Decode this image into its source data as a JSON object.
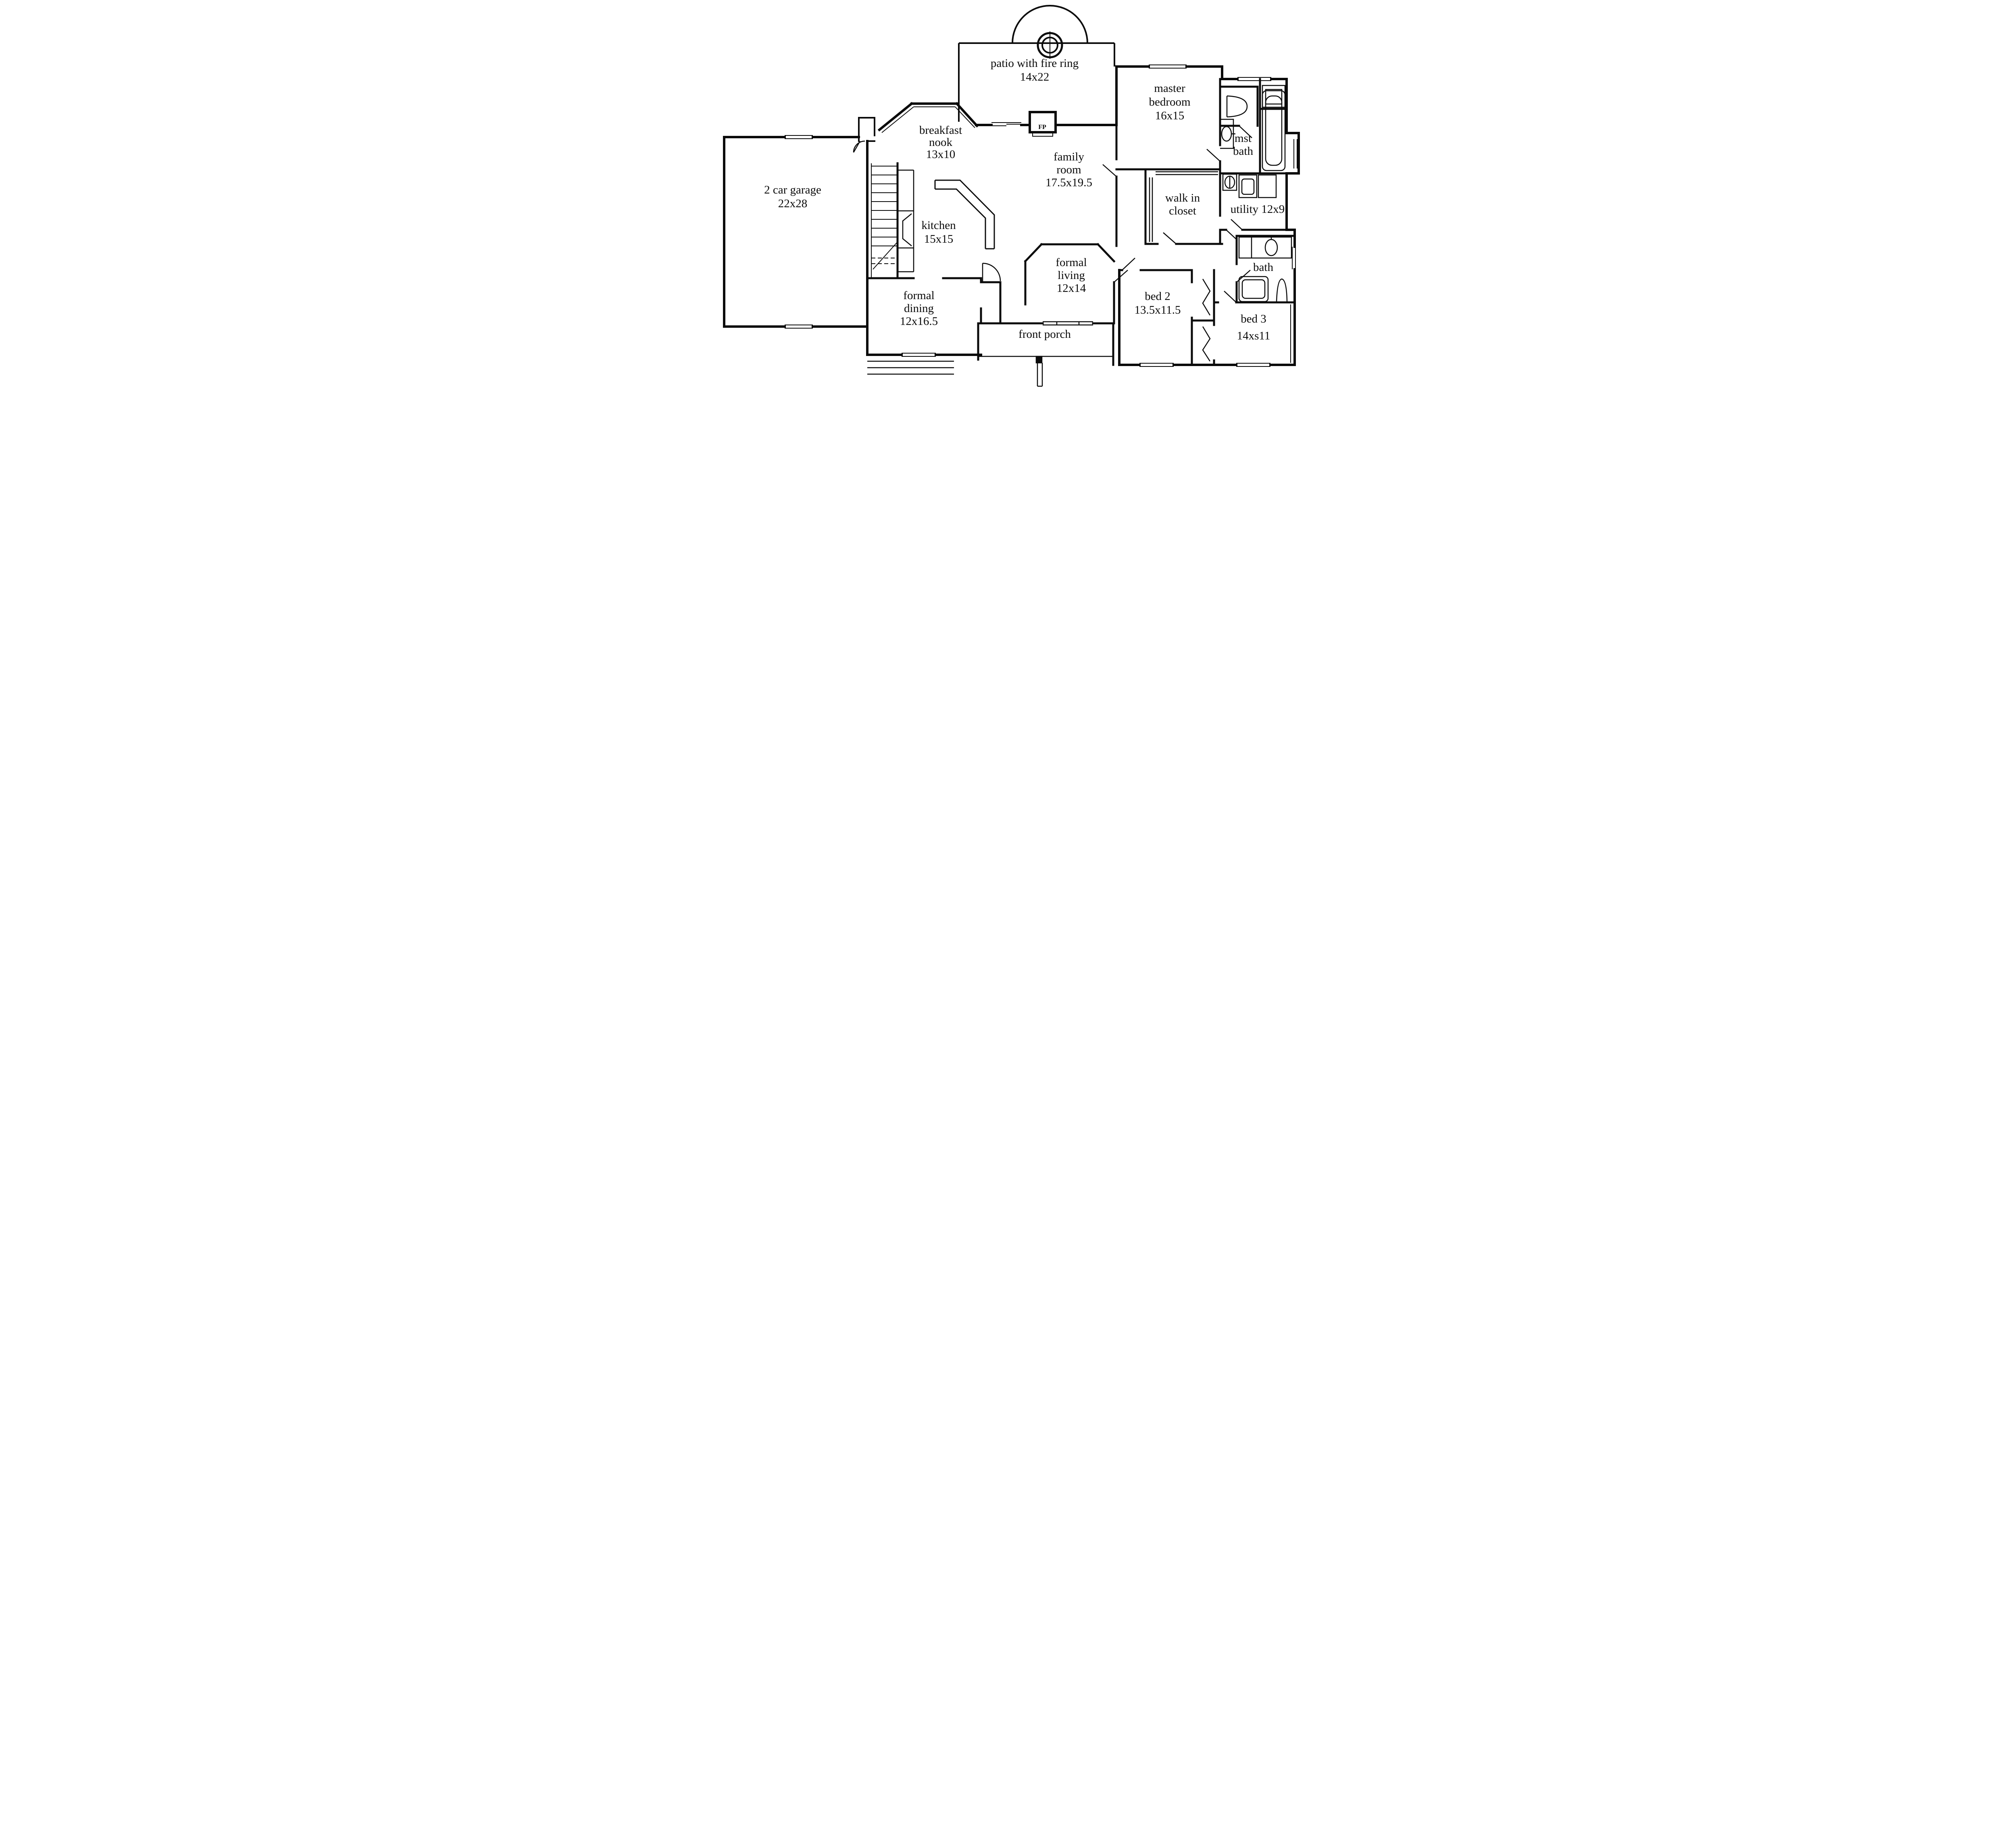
{
  "figure": {
    "type": "floor-plan",
    "ink_color": "#0b0b0b",
    "paper_color": "#ffffff"
  },
  "rooms": [
    {
      "id": "patio",
      "lines": [
        "patio with fire ring",
        "14x22"
      ]
    },
    {
      "id": "master-bedroom",
      "lines": [
        "master",
        "bedroom",
        "16x15"
      ]
    },
    {
      "id": "mst-bath",
      "lines": [
        "mst",
        "bath"
      ]
    },
    {
      "id": "breakfast-nook",
      "lines": [
        "breakfast",
        "nook",
        "13x10"
      ]
    },
    {
      "id": "family-room",
      "lines": [
        "family",
        "room",
        "17.5x19.5"
      ]
    },
    {
      "id": "garage",
      "lines": [
        "2 car garage",
        "22x28"
      ]
    },
    {
      "id": "walk-in-closet",
      "lines": [
        "walk in",
        "closet"
      ]
    },
    {
      "id": "utility",
      "lines": [
        "utility 12x9"
      ]
    },
    {
      "id": "kitchen",
      "lines": [
        "kitchen",
        "15x15"
      ]
    },
    {
      "id": "bath",
      "lines": [
        "bath"
      ]
    },
    {
      "id": "formal-living",
      "lines": [
        "formal",
        "living",
        "12x14"
      ]
    },
    {
      "id": "formal-dining",
      "lines": [
        "formal",
        "dining",
        "12x16.5"
      ]
    },
    {
      "id": "bed-2",
      "lines": [
        "bed 2",
        "13.5x11.5"
      ]
    },
    {
      "id": "bed-3",
      "lines": [
        "bed 3",
        "14xs11"
      ]
    },
    {
      "id": "front-porch",
      "lines": [
        "front porch"
      ]
    },
    {
      "id": "fireplace",
      "lines": [
        "FP"
      ]
    }
  ],
  "symbols": {
    "fire_ring": "concentric-circles",
    "fireplace": "rect-with-FP",
    "stairs": "treads-with-up-diagonal",
    "windows": "double-parallel-lines",
    "doors": "swing-leaf-lines",
    "bifold_closet_doors": "zigzag",
    "tub": "rounded-rectangle",
    "toilet": "d-shape",
    "sink": "oval",
    "laundry_appliances": "squares"
  }
}
